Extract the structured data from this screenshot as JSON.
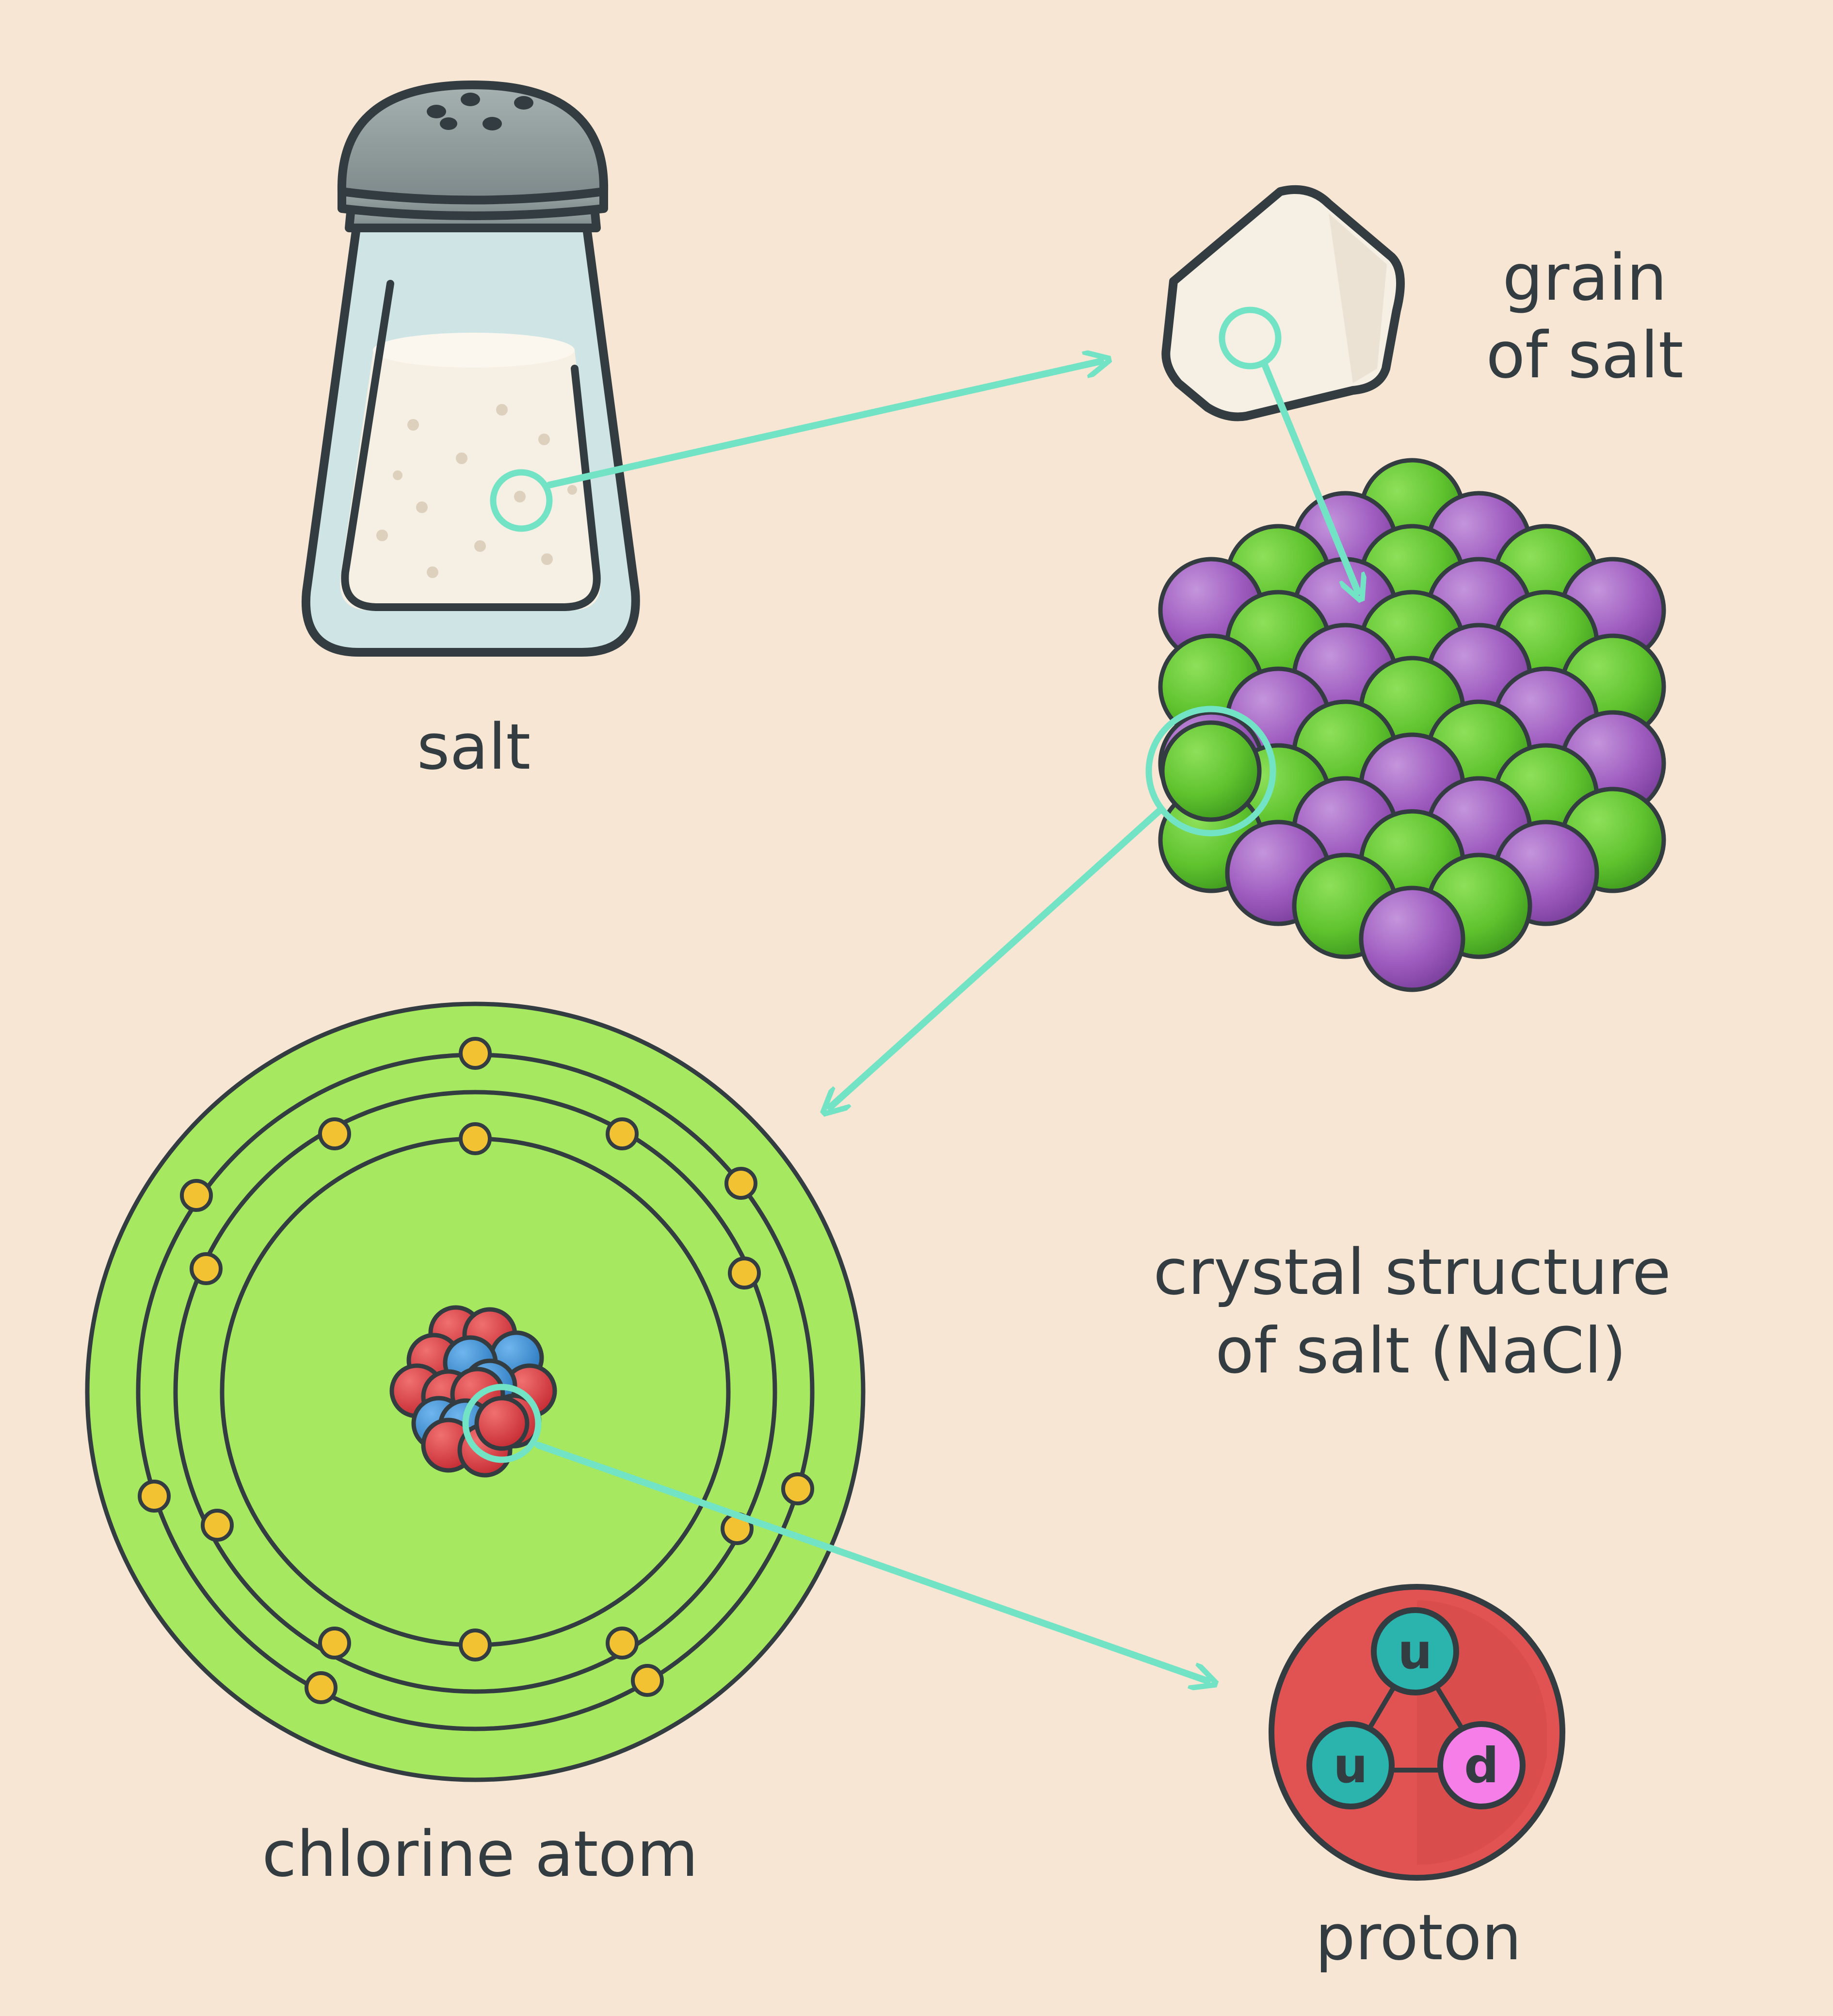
{
  "labels": {
    "salt": "salt",
    "grain_line1": "grain",
    "grain_line2": "of salt",
    "crystal_line1": "crystal structure",
    "crystal_line2": "of salt (NaCl)",
    "chlorine": "chlorine atom",
    "proton": "proton"
  },
  "quarks": [
    {
      "flavor": "u",
      "color": "#2bb3ad"
    },
    {
      "flavor": "u",
      "color": "#2bb3ad"
    },
    {
      "flavor": "d",
      "color": "#f57ee8"
    }
  ],
  "colors": {
    "background": "#f7e6d3",
    "outline": "#333c40",
    "arrow": "#72e3c4",
    "sodium": "#9e5bbf",
    "chlorine_ion": "#5fc32e",
    "atom_field": "#a6e85f",
    "electron": "#f2c232",
    "proton_nucleon": "#d9363e",
    "neutron": "#3a8fd6",
    "proton_body": "#e15353",
    "shaker_cap": "#8e9a9b",
    "shaker_glass": "#cfe5e5",
    "salt": "#f6efe3"
  }
}
